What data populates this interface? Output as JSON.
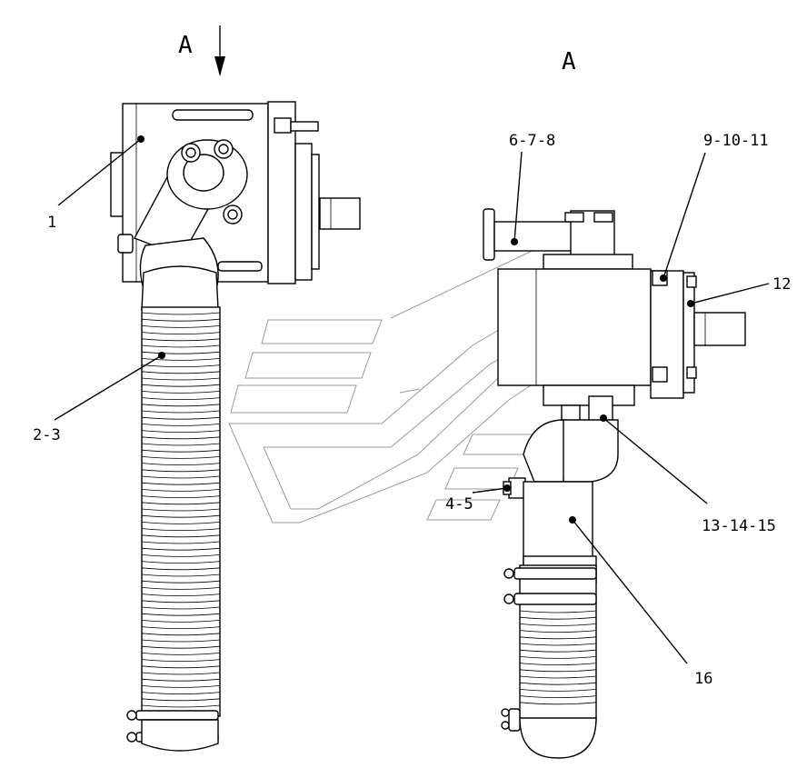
{
  "view_labels": {
    "left_view": "A",
    "right_view": "A"
  },
  "callouts": [
    {
      "id": "c1",
      "text": "1"
    },
    {
      "id": "c2",
      "text": "2-3"
    },
    {
      "id": "c3",
      "text": "6-7-8"
    },
    {
      "id": "c4",
      "text": "9-10-11"
    },
    {
      "id": "c5",
      "text": "12"
    },
    {
      "id": "c6",
      "text": "4-5"
    },
    {
      "id": "c7",
      "text": "13-14-15"
    },
    {
      "id": "c8",
      "text": "16"
    }
  ],
  "colors": {
    "line": "#000000",
    "background": "#ffffff",
    "watermark": "#9a9a9a"
  }
}
